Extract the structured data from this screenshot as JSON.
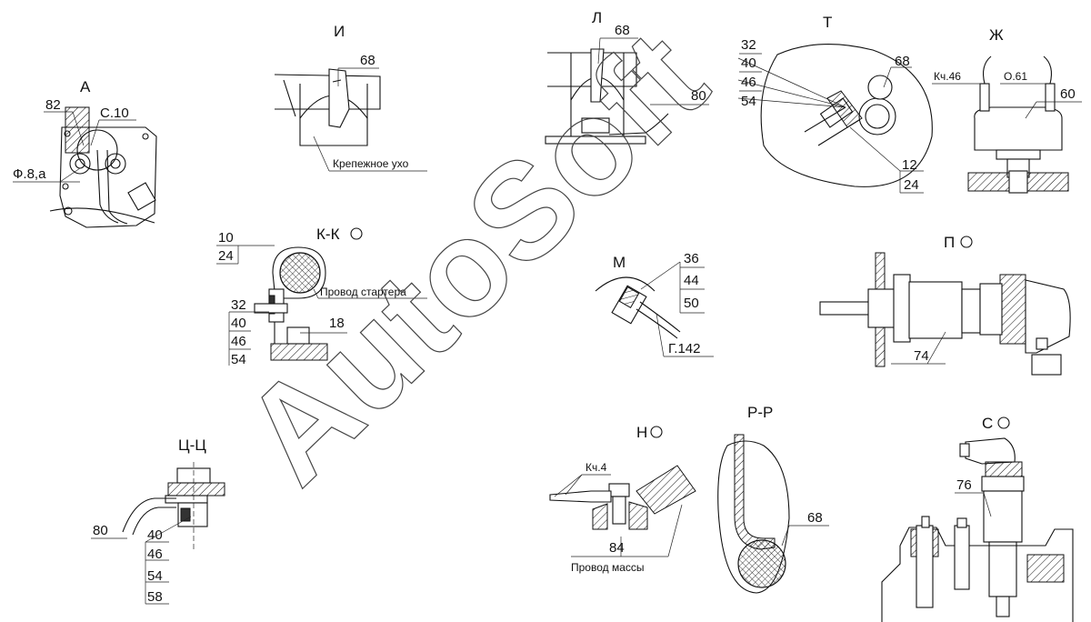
{
  "watermark": "AutoSoft",
  "views": {
    "a": {
      "title": "А",
      "labels": [
        "82",
        "С.10",
        "Ф.8,а"
      ]
    },
    "i": {
      "title": "И",
      "labels": [
        "68",
        "Крепежное ухо"
      ]
    },
    "l": {
      "title": "Л",
      "labels": [
        "68",
        "80"
      ]
    },
    "t": {
      "title": "Т",
      "labels": [
        "32",
        "40",
        "46",
        "54",
        "68",
        "12",
        "24"
      ]
    },
    "zh": {
      "title": "Ж",
      "labels": [
        "Кч.46",
        "О.61",
        "60"
      ]
    },
    "kk": {
      "title": "К-К",
      "labels": [
        "10",
        "24",
        "Провод стартера",
        "32",
        "40",
        "46",
        "54",
        "18"
      ]
    },
    "m": {
      "title": "М",
      "labels": [
        "36",
        "44",
        "50",
        "Г.142"
      ]
    },
    "p": {
      "title": "П",
      "labels": [
        "74"
      ]
    },
    "tsts": {
      "title": "Ц-Ц",
      "labels": [
        "80",
        "40",
        "46",
        "54",
        "58"
      ]
    },
    "n": {
      "title": "Н",
      "labels": [
        "Кч.4",
        "84",
        "Провод массы"
      ]
    },
    "rr": {
      "title": "Р-Р",
      "labels": [
        "68"
      ]
    },
    "s": {
      "title": "С",
      "labels": [
        "76"
      ]
    }
  }
}
